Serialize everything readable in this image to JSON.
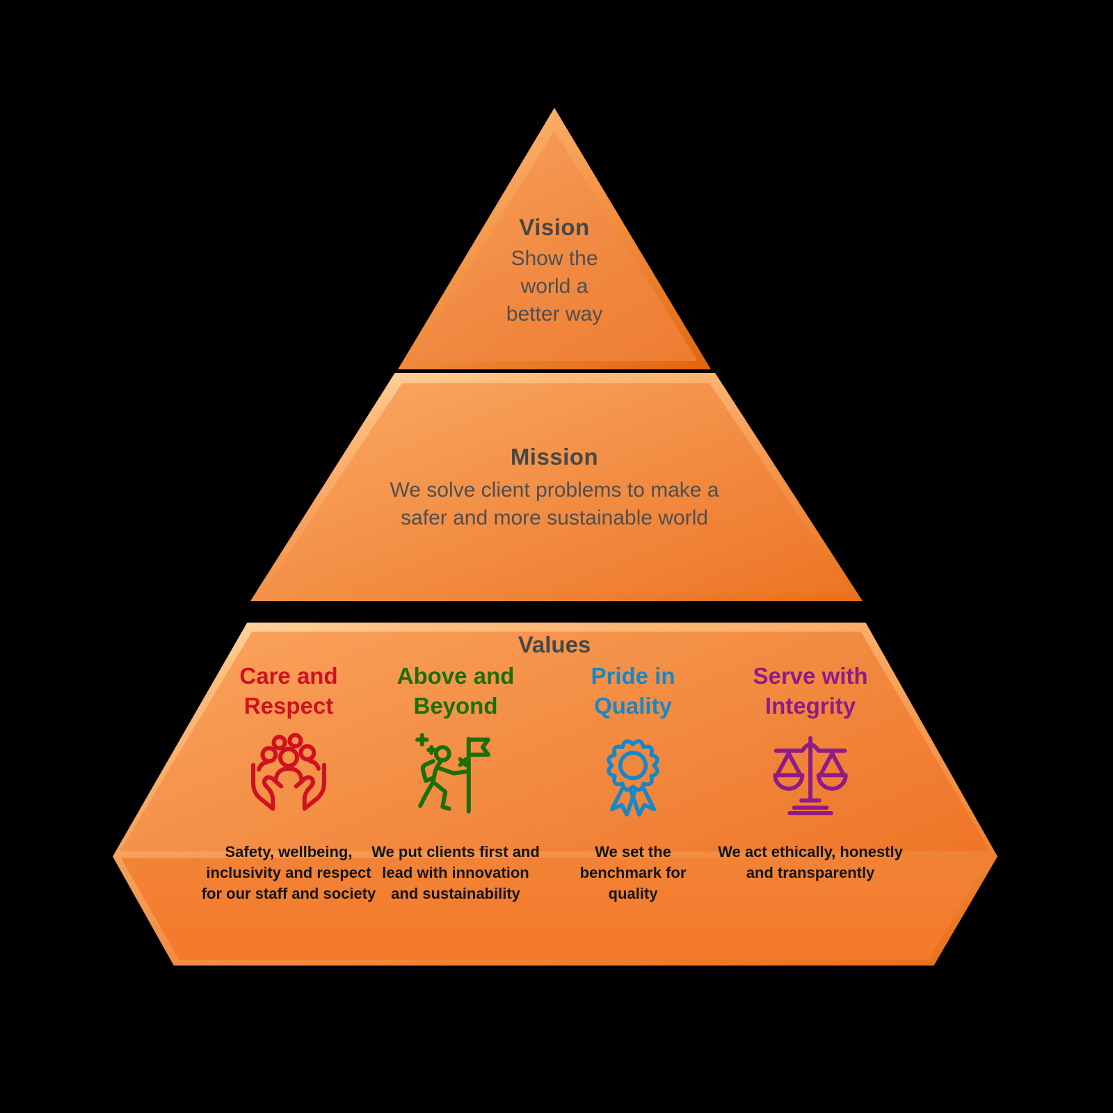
{
  "pyramid": {
    "tier1": {
      "title": "Vision",
      "body": "Show the\nworld a\nbetter way"
    },
    "tier2": {
      "title": "Mission",
      "body": "We solve client problems to make a\nsafer and more sustainable world"
    },
    "tier3": {
      "title": "Values",
      "values": [
        {
          "name": "Care and\nRespect",
          "color": "#cf1120",
          "icon": "hands-holding-people-icon",
          "desc": "Safety, wellbeing,\ninclusivity and respect\nfor our staff and society"
        },
        {
          "name": "Above and\nBeyond",
          "color": "#1e6e08",
          "icon": "hiker-with-flag-icon",
          "desc": "We put clients first and\nlead with innovation\nand sustainability"
        },
        {
          "name": "Pride in\nQuality",
          "color": "#1787c8",
          "icon": "award-ribbon-icon",
          "desc": "We set the\nbenchmark for\nquality"
        },
        {
          "name": "Serve with\nIntegrity",
          "color": "#8e1b86",
          "icon": "scales-of-justice-icon",
          "desc": "We act ethically, honestly\nand transparently"
        }
      ]
    },
    "palette": {
      "background": "#000000",
      "pyramid_highlight": "#ffe2b2",
      "pyramid_orange": "#f28a40",
      "pyramid_orange_deep": "#e96f1a",
      "heading_text": "#474747",
      "body_text": "#4d4f52",
      "description_text": "#141414"
    }
  }
}
